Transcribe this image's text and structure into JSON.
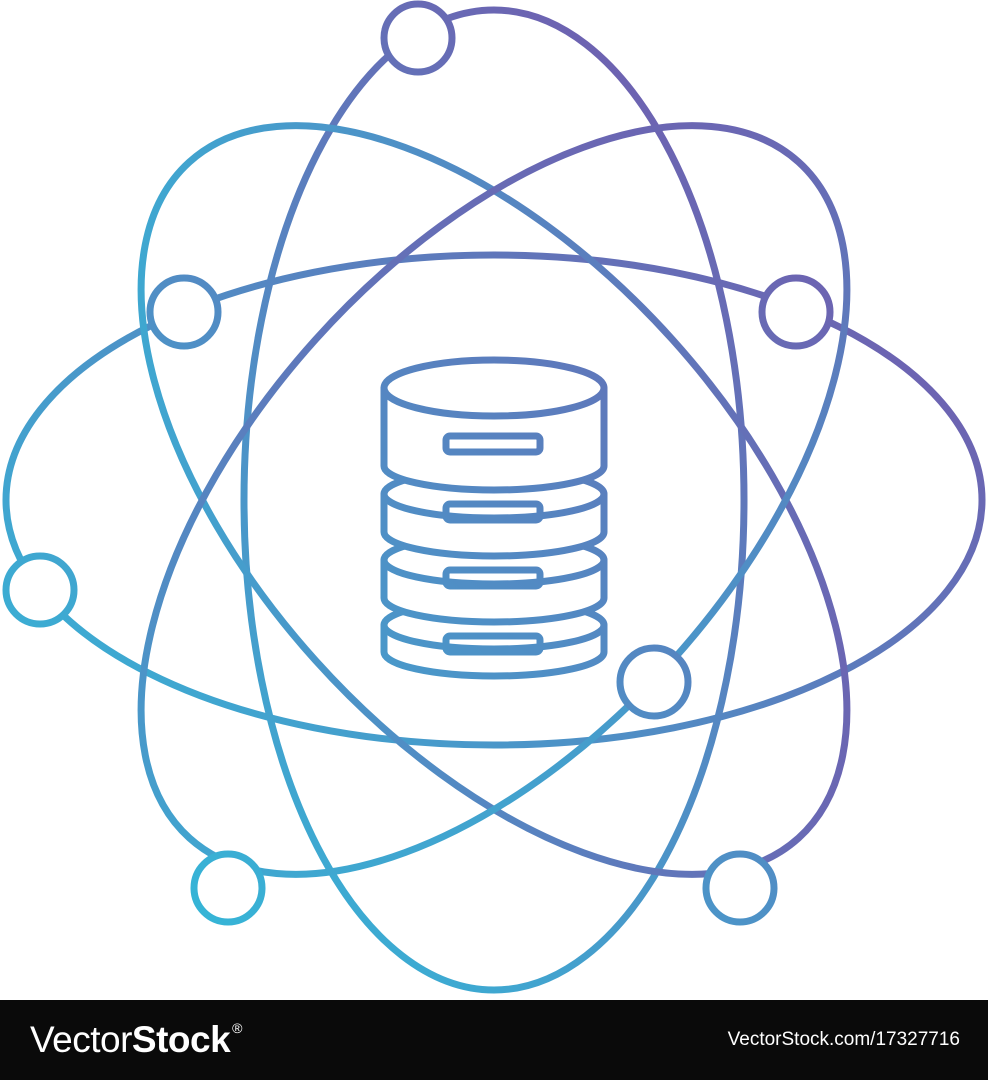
{
  "illustration": {
    "subject": "atom-database-icon",
    "gradient_start": "#2ec0dc",
    "gradient_end": "#7a4fa8"
  },
  "footer": {
    "background": "#0a0a0a",
    "logo_part1": "Vector",
    "logo_part2": "Stock",
    "logo_mark": "®",
    "image_credit": "VectorStock.com/17327716"
  }
}
